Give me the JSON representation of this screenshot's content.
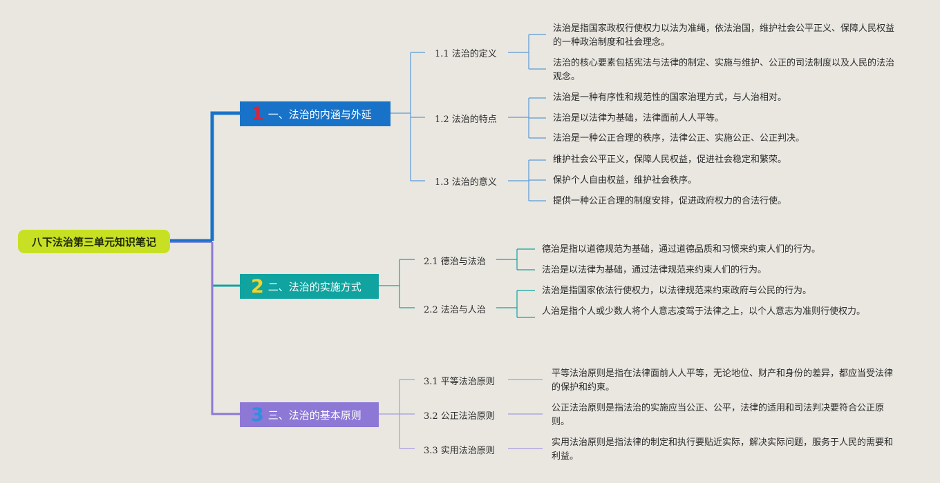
{
  "root": {
    "label": "八下法治第三单元知识笔记"
  },
  "branches": [
    {
      "num": "1",
      "label": "一、法治的内涵与外延",
      "color": "#1873c8",
      "num_color": "#d8263a",
      "subs": [
        {
          "label": "1.1 法治的定义",
          "items": [
            "法治是指国家政权行使权力以法为准绳，依法治国，维护社会公平正义、保障人民权益的一种政治制度和社会理念。",
            "法治的核心要素包括宪法与法律的制定、实施与维护、公正的司法制度以及人民的法治观念。"
          ]
        },
        {
          "label": "1.2 法治的特点",
          "items": [
            "法治是一种有序性和规范性的国家治理方式，与人治相对。",
            "法治是以法律为基础，法律面前人人平等。",
            "法治是一种公正合理的秩序，法律公正、实施公正、公正判决。"
          ]
        },
        {
          "label": "1.3 法治的意义",
          "items": [
            "维护社会公平正义，保障人民权益，促进社会稳定和繁荣。",
            "保护个人自由权益，维护社会秩序。",
            "提供一种公正合理的制度安排，促进政府权力的合法行使。"
          ]
        }
      ]
    },
    {
      "num": "2",
      "label": "二、法治的实施方式",
      "color": "#10a3a0",
      "num_color": "#f2d52b",
      "subs": [
        {
          "label": "2.1 德治与法治",
          "items": [
            "德治是指以道德规范为基础，通过道德品质和习惯来约束人们的行为。",
            "法治是以法律为基础，通过法律规范来约束人们的行为。"
          ]
        },
        {
          "label": "2.2 法治与人治",
          "items": [
            "法治是指国家依法行使权力，以法律规范来约束政府与公民的行为。",
            "人治是指个人或少数人将个人意志凌驾于法律之上，以个人意志为准则行使权力。"
          ]
        }
      ]
    },
    {
      "num": "3",
      "label": "三、法治的基本原则",
      "color": "#8d78d6",
      "num_color": "#2f8ee0",
      "subs": [
        {
          "label": "3.1 平等法治原则",
          "items": [
            "平等法治原则是指在法律面前人人平等，无论地位、财产和身份的差异，都应当受法律的保护和约束。"
          ]
        },
        {
          "label": "3.2 公正法治原则",
          "items": [
            "公正法治原则是指法治的实施应当公正、公平，法律的适用和司法判决要符合公正原则。"
          ]
        },
        {
          "label": "3.3 实用法治原则",
          "items": [
            "实用法治原则是指法律的制定和执行要贴近实际，解决实际问题，服务于人民的需要和利益。"
          ]
        }
      ]
    }
  ]
}
